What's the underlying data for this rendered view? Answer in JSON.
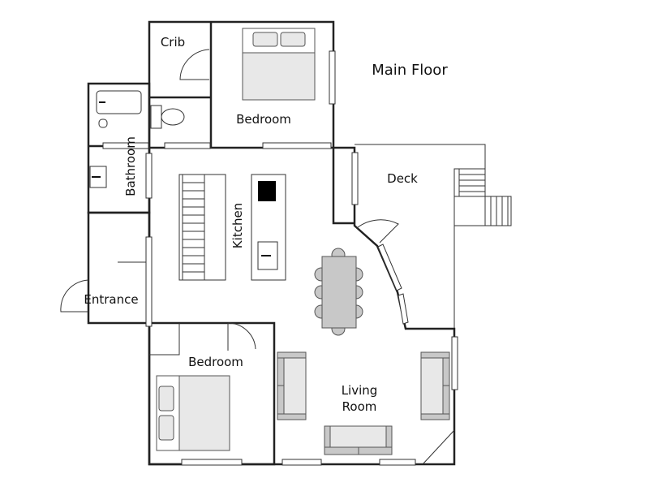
{
  "title": "Main Floor",
  "rooms": {
    "crib": "Crib",
    "bedroom_top": "Bedroom",
    "bathroom": "Bathroom",
    "kitchen": "Kitchen",
    "deck": "Deck",
    "entrance": "Entrance",
    "bedroom_bottom": "Bedroom",
    "living_line1": "Living",
    "living_line2": "Room"
  }
}
